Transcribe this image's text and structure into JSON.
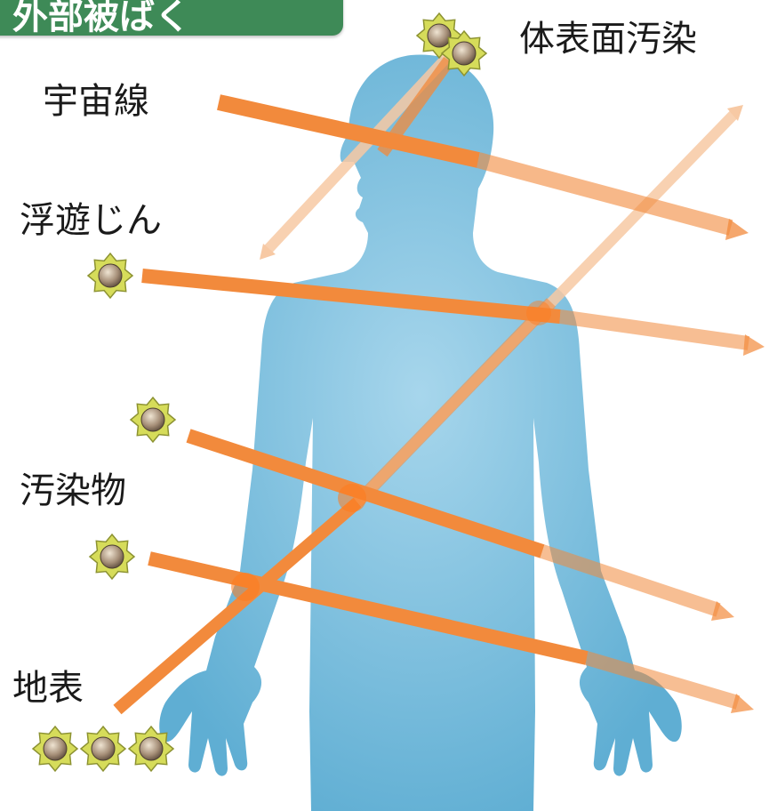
{
  "header": {
    "title": "外部被ばく"
  },
  "labels": {
    "body_surface": "体表面汚染",
    "cosmic_rays": "宇宙線",
    "suspended_dust": "浮遊じん",
    "contaminants": "汚染物",
    "ground_surface": "地表"
  },
  "colors": {
    "badge_green": "#3e8a57",
    "silhouette_blue": "#5faed3",
    "ray_orange": "#f28a3c",
    "ray_faint": "#f7c9a4",
    "source_yellow": "#d6dc5a"
  },
  "icons": {
    "source": "radiation-source-icon",
    "arrow": "arrow-head-icon"
  }
}
